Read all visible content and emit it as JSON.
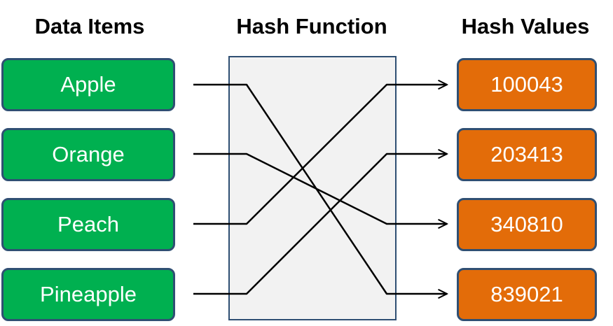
{
  "headings": {
    "data_items": "Data Items",
    "hash_function": "Hash Function",
    "hash_values": "Hash Values"
  },
  "data_items": [
    "Apple",
    "Orange",
    "Peach",
    "Pineapple"
  ],
  "hash_values": [
    "100043",
    "203413",
    "340810",
    "839021"
  ],
  "mapping": [
    {
      "from": "Apple",
      "to": "839021"
    },
    {
      "from": "Orange",
      "to": "340810"
    },
    {
      "from": "Peach",
      "to": "100043"
    },
    {
      "from": "Pineapple",
      "to": "203413"
    }
  ],
  "colors": {
    "data_item_fill": "#00b050",
    "hash_value_fill": "#e36c09",
    "border": "#2f4f73",
    "function_fill": "#f2f2f2",
    "wire": "#000000"
  }
}
